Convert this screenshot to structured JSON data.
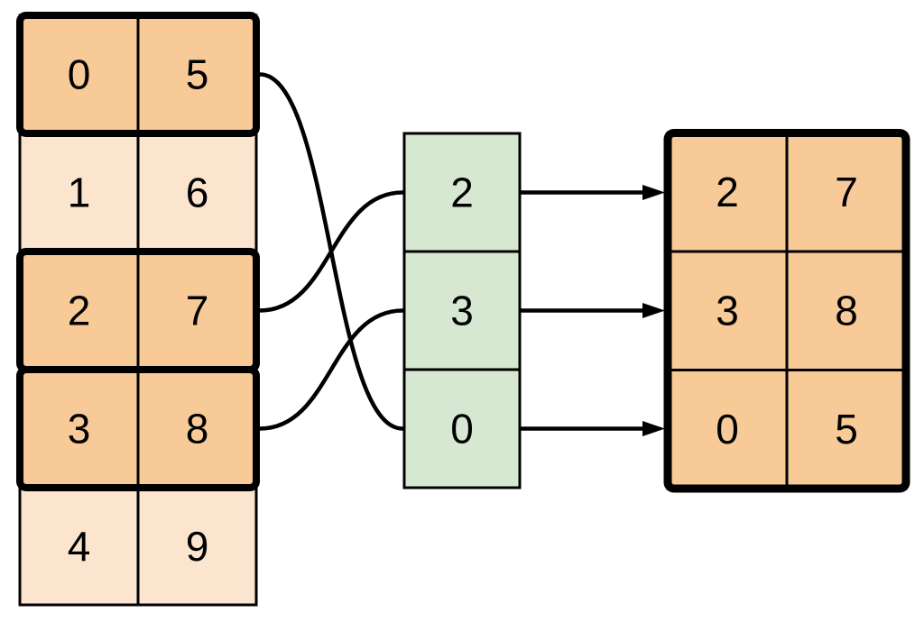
{
  "colors": {
    "highlight_fill": "#F7CA97",
    "muted_fill": "#FBE5CE",
    "index_fill": "#D7E8D2",
    "line": "#000000"
  },
  "source_table": {
    "rows": [
      {
        "values": [
          "0",
          "5"
        ],
        "highlighted": true
      },
      {
        "values": [
          "1",
          "6"
        ],
        "highlighted": false
      },
      {
        "values": [
          "2",
          "7"
        ],
        "highlighted": true
      },
      {
        "values": [
          "3",
          "8"
        ],
        "highlighted": true
      },
      {
        "values": [
          "4",
          "9"
        ],
        "highlighted": false
      }
    ]
  },
  "index_column": {
    "values": [
      "2",
      "3",
      "0"
    ]
  },
  "result_table": {
    "rows": [
      {
        "values": [
          "2",
          "7"
        ]
      },
      {
        "values": [
          "3",
          "8"
        ]
      },
      {
        "values": [
          "0",
          "5"
        ]
      }
    ]
  }
}
